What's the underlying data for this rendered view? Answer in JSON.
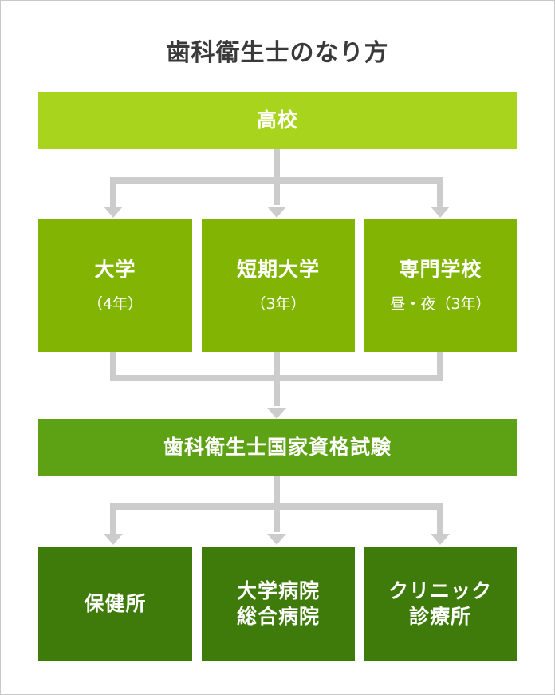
{
  "title": "歯科衛生士のなり方",
  "top": {
    "label": "高校"
  },
  "schools": [
    {
      "label": "大学",
      "sub": "（4年）"
    },
    {
      "label": "短期大学",
      "sub": "（3年）"
    },
    {
      "label": "専門学校",
      "sub": "昼・夜（3年）"
    }
  ],
  "exam": {
    "label": "歯科衛生士国家資格試験"
  },
  "workplaces": [
    {
      "line1": "保健所",
      "line2": ""
    },
    {
      "line1": "大学病院",
      "line2": "総合病院"
    },
    {
      "line1": "クリニック",
      "line2": "診療所"
    }
  ],
  "colors": {
    "top": "#a8d41e",
    "schools": "#82b503",
    "exam": "#5da115",
    "workplaces": "#3f7b0a",
    "connector": "#cccccc",
    "title_text": "#3a3a3a"
  }
}
